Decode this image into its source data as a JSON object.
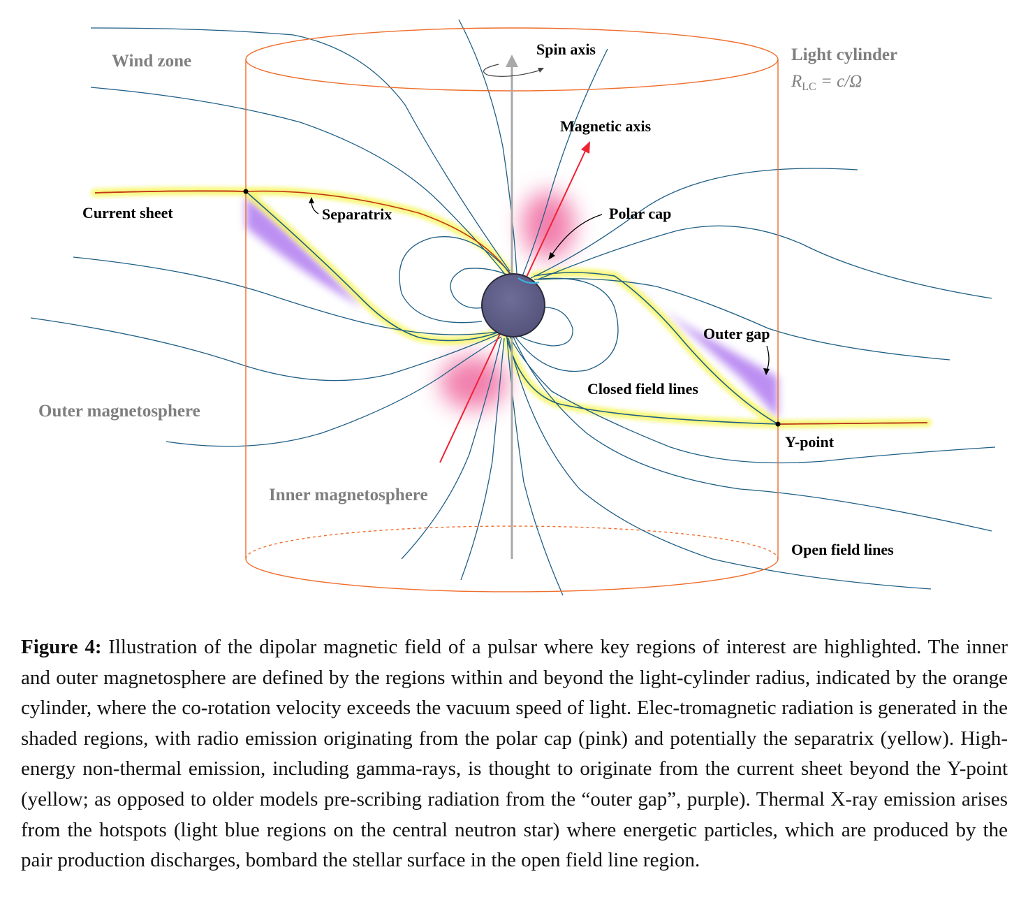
{
  "figure": {
    "labels": {
      "wind_zone": "Wind zone",
      "spin_axis": "Spin axis",
      "light_cylinder": "Light cylinder",
      "light_cylinder_formula_r": "R",
      "light_cylinder_formula_sub": "LC",
      "light_cylinder_formula_rhs": " = c/Ω",
      "magnetic_axis": "Magnetic axis",
      "current_sheet": "Current sheet",
      "separatrix": "Separatrix",
      "polar_cap": "Polar cap",
      "outer_gap": "Outer gap",
      "closed_field_lines": "Closed field lines",
      "y_point": "Y-point",
      "outer_magnetosphere": "Outer magnetosphere",
      "inner_magnetosphere": "Inner magnetosphere",
      "open_field_lines": "Open field lines"
    },
    "colors": {
      "cylinder": "#ef6d2a",
      "field_lines": "#1f5f86",
      "current_sheet": "#c2371a",
      "glow_yellow": "#f4f542",
      "outer_gap_purple": "#b07cf0",
      "polar_cap_pink": "#f06aa0",
      "magnetic_axis_red": "#ee2233",
      "spin_axis_gray": "#a9a9a9",
      "neutron_star": "#5f5e88",
      "hotspot": "#3ab2e6",
      "gray_label": "#7f7f7f"
    }
  },
  "caption": {
    "label": "Figure 4:",
    "text": " Illustration of the dipolar magnetic field of a pulsar where key regions of interest are highlighted. The inner and outer magnetosphere are defined by the regions within and beyond the light-cylinder radius, indicated by the orange cylinder, where the co-rotation velocity exceeds the vacuum speed of light. Elec-tromagnetic radiation is generated in the shaded regions, with radio emission originating from the polar cap (pink) and potentially the separatrix (yellow). High-energy non-thermal emission, including gamma-rays, is thought to originate from the current sheet beyond the Y-point (yellow; as opposed to older models pre-scribing radiation from the “outer gap”, purple). Thermal X-ray emission arises from the hotspots (light blue regions on the central neutron star) where energetic particles, which are produced by the pair production discharges, bombard the stellar surface in the open field line region."
  }
}
